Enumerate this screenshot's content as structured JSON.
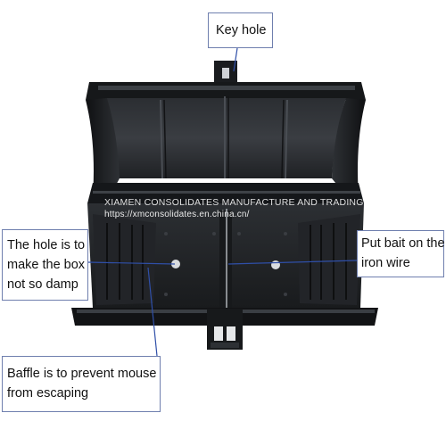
{
  "callouts": {
    "key_hole": [
      "Key hole"
    ],
    "damp_hole": [
      "The hole is to",
      "make the box",
      "not so damp"
    ],
    "bait": [
      "Put bait on the",
      "iron wire"
    ],
    "baffle": [
      "Baffle is to prevent mouse",
      "from escaping"
    ]
  },
  "watermark": {
    "company": "XIAMEN CONSOLIDATES MANUFACTURE AND TRADING CO., LTD",
    "url": "https://xmconsolidates.en.china.cn/"
  },
  "colors": {
    "background": "#ffffff",
    "plastic": "#1c1e21",
    "callout_border": "#6f7fae",
    "leader_line": "#2f4fa8"
  }
}
